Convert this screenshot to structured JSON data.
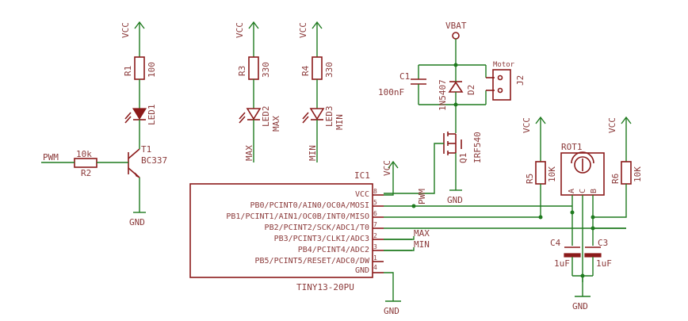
{
  "supplies": {
    "vcc": "VCC",
    "vbat": "VBAT",
    "gnd": "GND"
  },
  "components": {
    "r1": {
      "ref": "R1",
      "value": "100"
    },
    "r2": {
      "ref": "R2",
      "value": "10k"
    },
    "r3": {
      "ref": "R3",
      "value": "330"
    },
    "r4": {
      "ref": "R4",
      "value": "330"
    },
    "r5": {
      "ref": "R5",
      "value": "10K"
    },
    "r6": {
      "ref": "R6",
      "value": "10K"
    },
    "led1": {
      "ref": "LED1"
    },
    "led2": {
      "ref": "LED2"
    },
    "led3": {
      "ref": "LED3"
    },
    "t1": {
      "ref": "T1",
      "value": "BC337"
    },
    "c1": {
      "ref": "C1",
      "value": "100nF"
    },
    "c3": {
      "ref": "C3",
      "value": "1uF"
    },
    "c4": {
      "ref": "C4",
      "value": "1uF"
    },
    "d2": {
      "ref": "D2",
      "value": "1N5407"
    },
    "q1": {
      "ref": "Q1",
      "value": "IRF540"
    },
    "j2": {
      "ref": "J2",
      "value": "Motor"
    },
    "rot1": {
      "ref": "ROT1",
      "pins": [
        "A",
        "C",
        "B"
      ]
    },
    "ic1": {
      "ref": "IC1",
      "value": "TINY13-20PU",
      "pins": [
        {
          "num": "8",
          "name": "VCC"
        },
        {
          "num": "5",
          "name": "PB0/PCINT0/AIN0/OC0A/MOSI"
        },
        {
          "num": "6",
          "name": "PB1/PCINT1/AIN1/OC0B/INT0/MISO"
        },
        {
          "num": "7",
          "name": "PB2/PCINT2/SCK/ADC1/T0"
        },
        {
          "num": "2",
          "name": "PB3/PCINT3/CLKI/ADC3"
        },
        {
          "num": "3",
          "name": "PB4/PCINT4/ADC2"
        },
        {
          "num": "1",
          "name": "PB5/PCINT5/RESET/ADC0/DW"
        },
        {
          "num": "4",
          "name": "GND"
        }
      ]
    }
  },
  "nets": {
    "pwm": "PWM",
    "max": "MAX",
    "min": "MIN"
  },
  "colors": {
    "symbol": "#8b1a1a",
    "wire": "#1e7a1e",
    "text": "#8b3a3a"
  }
}
